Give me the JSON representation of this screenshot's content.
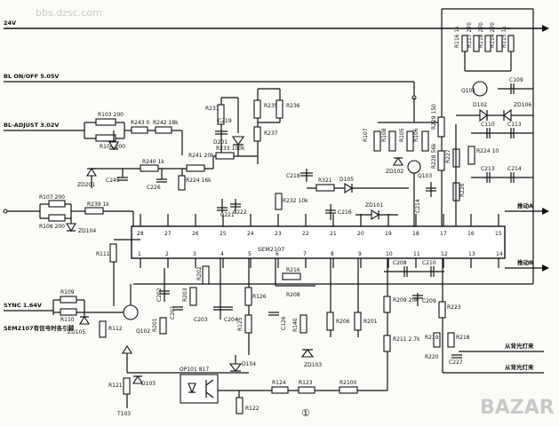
{
  "watermark": "bbs.dzsc.com",
  "brand_mark": "BAZAR",
  "signals": {
    "v24": "24V",
    "bl_onoff": "BL ON/OFF 5.05V",
    "bl_adjust": "BL-ADJUST 3.02V",
    "sync": "SYNC 1.64V",
    "sem_note": "SEM2107有信号时各引脚",
    "drive_a": "推动A",
    "drive_b": "推动B",
    "fb1": "从背光灯来",
    "fb2": "从背光灯来"
  },
  "ic": {
    "name": "SEM2107",
    "top_pins": [
      "28",
      "27",
      "26",
      "25",
      "24",
      "23",
      "22",
      "21",
      "20",
      "19",
      "18",
      "17",
      "16",
      "15"
    ],
    "bottom_pins": [
      "1",
      "2",
      "3",
      "4",
      "5",
      "6",
      "7",
      "8",
      "9",
      "10",
      "11",
      "12",
      "13",
      "14"
    ]
  },
  "parts": {
    "r103": "R103 200",
    "r104": "R104 200",
    "r243": "R243 0",
    "r242": "R242 18k",
    "r231": "R231",
    "c219": "C219",
    "d201": "D201",
    "r235": "R235",
    "r236": "R236",
    "r237": "R237",
    "r107": "R107 200",
    "r108": "R108 200",
    "r239": "R239 1k",
    "zd104": "ZD104",
    "zd201": "ZD201",
    "c245": "C245",
    "r240": "R240 1k",
    "c226": "C226",
    "r241": "R241 20k",
    "r224": "R224 16k",
    "r233": "R233 100k",
    "c221": "C221",
    "c222": "C222",
    "r232": "R232 10k",
    "c218": "C218",
    "r321": "R321",
    "d105": "D105",
    "c216": "C216",
    "zd101": "ZD101",
    "r107b": "R107",
    "r108b": "R108",
    "r105": "R105",
    "r106": "R106",
    "zd102": "ZD102",
    "q103": "Q103",
    "c214": "C214",
    "r228": "R228 56k",
    "r229": "R229 150",
    "r227": "R227",
    "r226": "R226",
    "r116": "R116 1k",
    "r117": "R117 270",
    "r118": "R118 270",
    "r114": "R114 270",
    "r115": "R115 1k",
    "q101": "Q101",
    "c109": "C109",
    "d102": "D102",
    "zd106": "ZD106",
    "c110": "C110",
    "c113": "C113",
    "r224b": "R224 10",
    "c213": "C213",
    "c214b": "C214",
    "r111": "R111",
    "r109": "R109",
    "r110": "R110",
    "zd105": "ZD105",
    "r112": "R112",
    "q102": "Q102",
    "c202": "C202",
    "r201": "R201",
    "c201": "C201",
    "r203": "R203",
    "r202": "R202",
    "c203": "C203",
    "c204": "C204",
    "r126": "R126",
    "r125": "R125",
    "c126": "C126",
    "r140": "R140",
    "zd103": "ZD103",
    "r216": "R216",
    "r208": "R208",
    "r206": "R206",
    "r201b": "R201",
    "c208": "C208",
    "c210": "C210",
    "r209": "R209 20k",
    "c209": "C209",
    "r211": "R211 2.7k",
    "r223": "R223",
    "r219": "R219",
    "r218": "R218",
    "r220": "R220",
    "c227": "C227",
    "d104": "D104",
    "r121": "R121",
    "d103": "D103",
    "t103": "T103",
    "op101": "OP101 817",
    "r122": "R122",
    "r124": "R124",
    "r123": "R123",
    "r2100": "R2100"
  },
  "page_marker": "①"
}
